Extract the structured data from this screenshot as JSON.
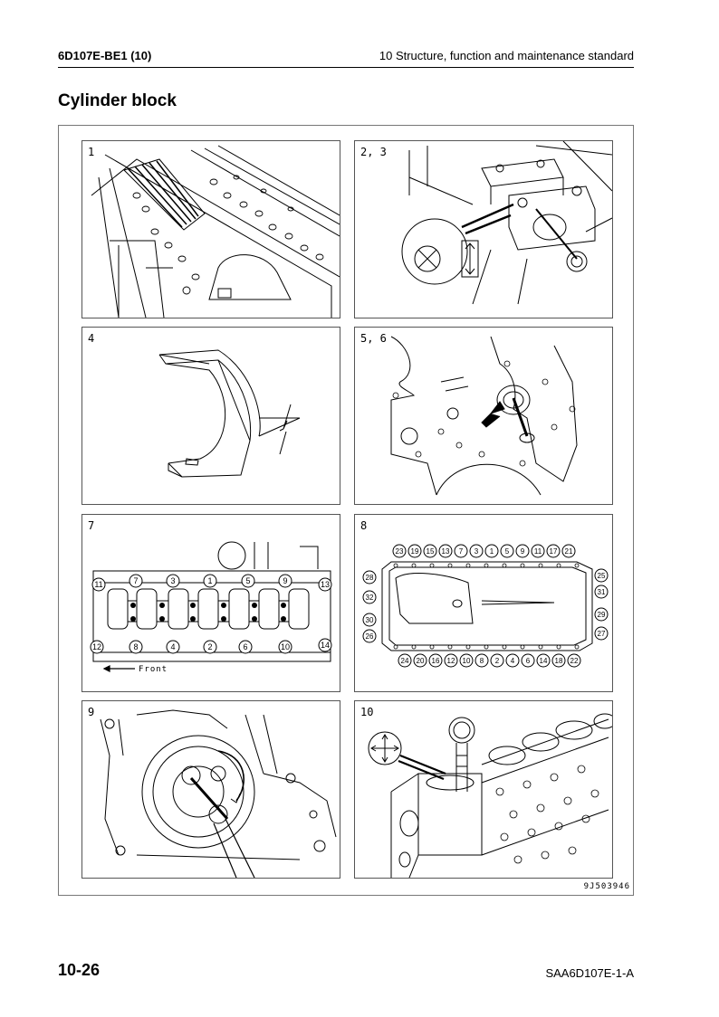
{
  "header": {
    "left": "6D107E-BE1 (10)",
    "right": "10 Structure, function and maintenance standard"
  },
  "title": "Cylinder block",
  "panels": [
    {
      "label": "1"
    },
    {
      "label": "2, 3"
    },
    {
      "label": "4"
    },
    {
      "label": "5, 6"
    },
    {
      "label": "7",
      "front_label": "Front",
      "top_numbers": [
        "11",
        "7",
        "3",
        "1",
        "5",
        "9",
        "13"
      ],
      "bottom_numbers": [
        "12",
        "8",
        "4",
        "2",
        "6",
        "10",
        "14"
      ]
    },
    {
      "label": "8",
      "top_sequence": [
        "23",
        "19",
        "15",
        "13",
        "7",
        "3",
        "1",
        "5",
        "9",
        "11",
        "17",
        "21"
      ],
      "bottom_sequence": [
        "24",
        "20",
        "16",
        "12",
        "10",
        "8",
        "2",
        "4",
        "6",
        "14",
        "18",
        "22"
      ],
      "left_numbers": [
        "28",
        "32",
        "30",
        "26"
      ],
      "right_numbers": [
        "25",
        "31",
        "29",
        "27"
      ]
    },
    {
      "label": "9"
    },
    {
      "label": "10"
    }
  ],
  "figure_code": "9J503946",
  "footer": {
    "page_number": "10-26",
    "doc_code": "SAA6D107E-1-A"
  }
}
